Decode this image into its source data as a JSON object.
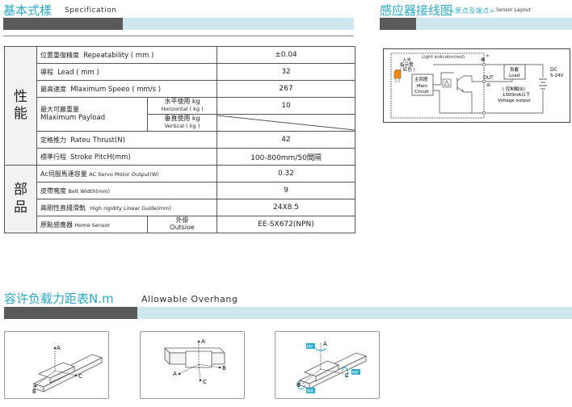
{
  "spec_section": {
    "title_cn": "基本式樣",
    "title_en": "Specification"
  },
  "layout_section": {
    "title_cn": "感应器接线图",
    "title_mid": "<原点及端点>",
    "title_en": "Sensor Layout"
  },
  "table": {
    "group1": "性能",
    "group2": "部品",
    "rows": [
      {
        "cn": "位置重復精度",
        "en": "Repeatability ( mm )",
        "value": "±0.04"
      },
      {
        "cn": "導程",
        "en": "Lead ( mm )",
        "value": "32"
      },
      {
        "cn": "最高速度",
        "en": "Mlaximum Speeo ( mm/s )",
        "value": "267"
      },
      {
        "cn": "定格推力",
        "en": "Rateu Thrust(N)",
        "value": "42"
      },
      {
        "cn": "標準行程",
        "en": "Stroke PitcH(mm)",
        "value": "100-800mm/50間隔"
      },
      {
        "cn": "Ac伺服馬達容量",
        "en": "AC Servo Motor Output(W)",
        "value": "0.32"
      },
      {
        "cn": "皮帶寬度",
        "en": "Belt Width(mm)",
        "value": "9"
      },
      {
        "cn": "高剛性直綫滑軌",
        "en": "High rigidity Linear Guide(mm)",
        "value": "24X8.5"
      },
      {
        "cn": "原點感應器",
        "en": "Home Sensor",
        "sub_cn": "外掛",
        "sub_en": "Outsioe",
        "value": "EE-SX672(NPN)"
      }
    ],
    "payload": {
      "cn": "最大可搬重量",
      "en": "Mlaximum Payload",
      "horizontal_cn": "水平使用 kg",
      "horizontal_en": "Horizontal ( kg )",
      "horizontal_value": "10",
      "vertical_cn": "垂直使用 kg",
      "vertical_en": "Vertical ( kg )"
    }
  },
  "wiring": {
    "light_indicator": "Light indicator(red)",
    "incoming_light_1": "入光",
    "incoming_light_2": "指示燈",
    "incoming_light_3": "( 紅色 )",
    "main_circuit_cn": "主回燈",
    "main_circuit_en_1": "Main",
    "main_circuit_en_2": "Circuit",
    "load_cn": "負載",
    "load_en": "Load",
    "dc_label": "DC",
    "dc_voltage": "5-24V",
    "out_label": "OUT",
    "control_output": "( 控制輸出)",
    "current_limit": "1000mA以下",
    "voltage_output": "Voltage output",
    "plus_mark": "⊕",
    "minus_mark": "⊖",
    "star_mark": "*"
  },
  "overhang_section": {
    "title_cn": "容许负载力距表N.m",
    "title_en": "Allowable Overhang"
  },
  "overhang_diagrams": {
    "a": "A",
    "b": "B",
    "c": "C",
    "mr": "MR",
    "mp": "MP",
    "my": "MY"
  },
  "colors": {
    "accent": "#2ba9c9",
    "bar_dark": "#5a5a5a",
    "bar_light": "#cfe8ef",
    "group_bg": "#f2f2f2"
  }
}
